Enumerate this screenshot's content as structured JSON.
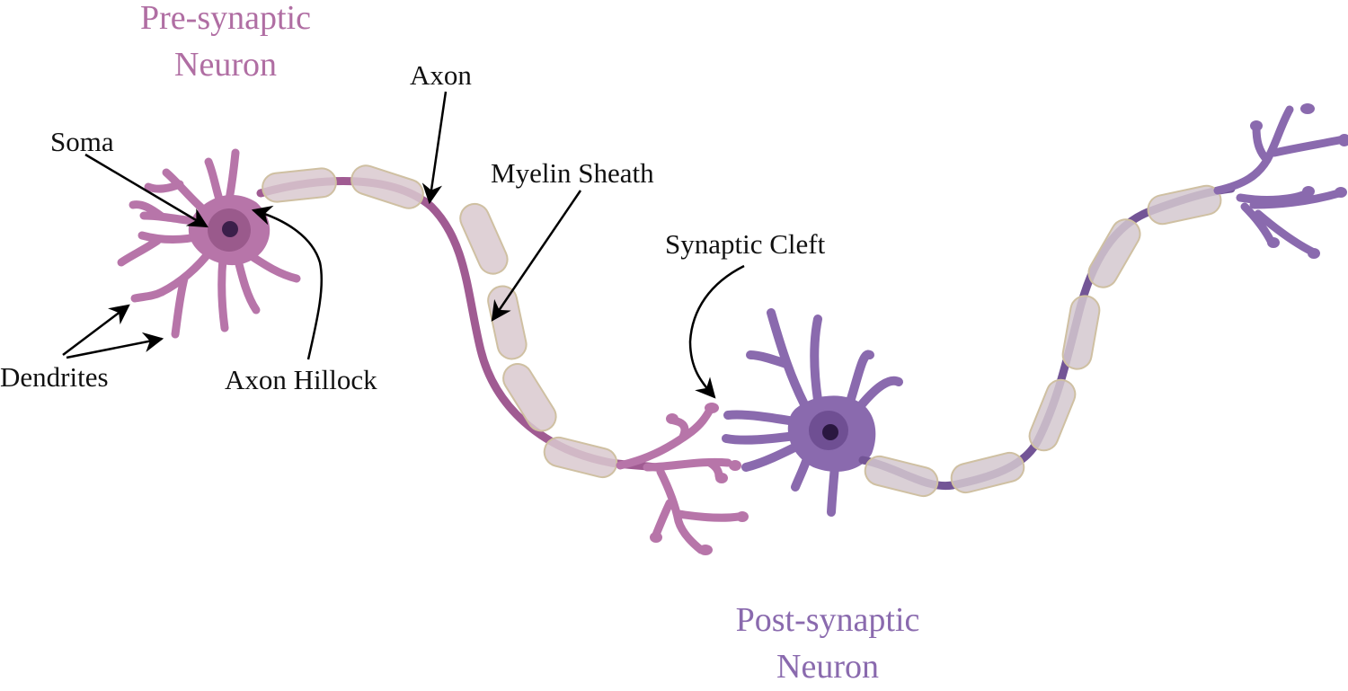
{
  "colors": {
    "pre_neuron": "#b775a9",
    "pre_neuron_dark": "#a05b92",
    "post_neuron": "#8a6aae",
    "post_neuron_dark": "#735596",
    "myelin_fill": "#d9c9cf",
    "myelin_stroke": "#cfc0a2",
    "nucleus": "#3b1f4a",
    "arrow": "#000000",
    "pre_title": "#b06ea3",
    "post_title": "#8a6aae"
  },
  "titles": {
    "pre_line1": "Pre-synaptic",
    "pre_line2": "Neuron",
    "post_line1": "Post-synaptic",
    "post_line2": "Neuron"
  },
  "labels": {
    "soma": "Soma",
    "axon": "Axon",
    "myelin": "Myelin Sheath",
    "synaptic_cleft": "Synaptic Cleft",
    "dendrites": "Dendrites",
    "axon_hillock": "Axon Hillock"
  },
  "icons": {
    "pre_neuron": "neuron-icon",
    "post_neuron": "neuron-icon"
  }
}
